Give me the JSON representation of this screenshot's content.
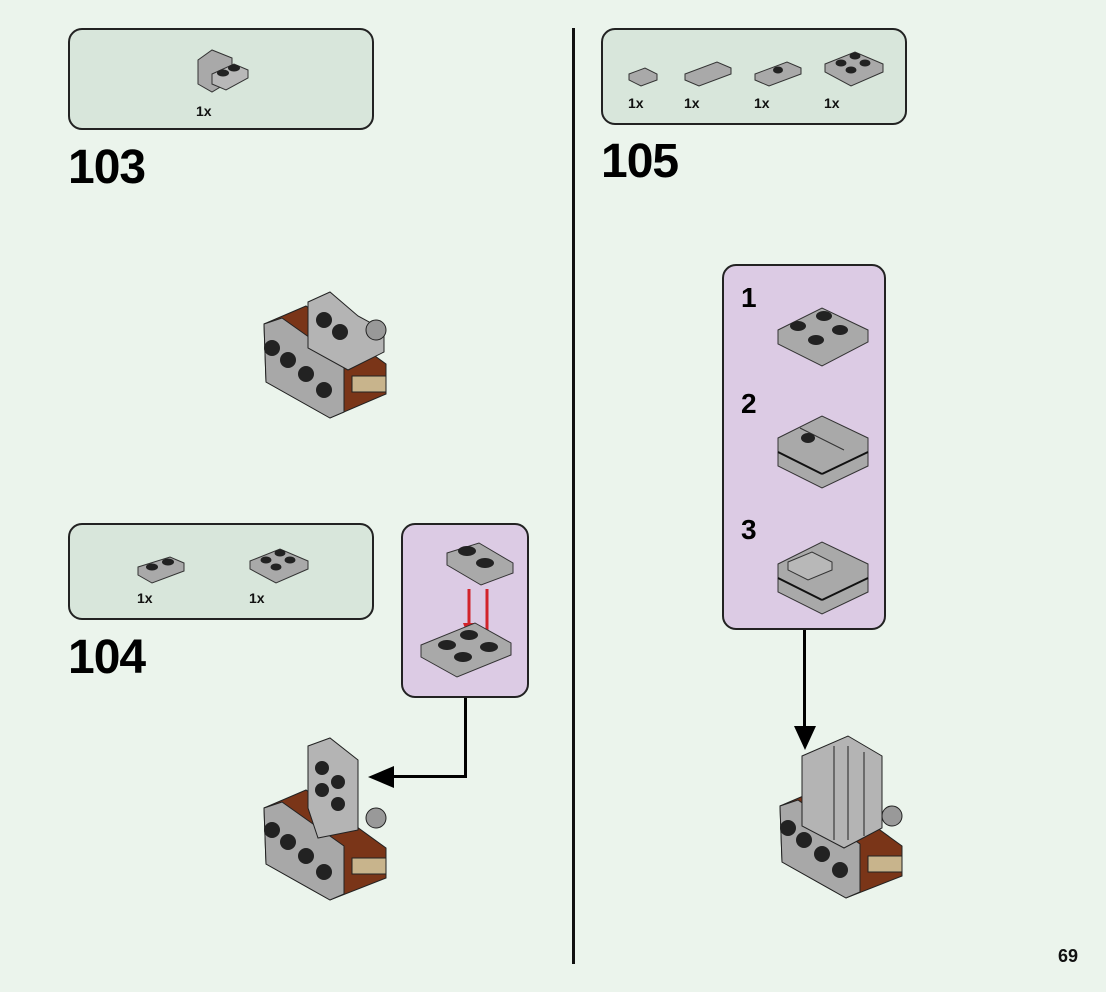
{
  "page_number": "69",
  "steps": [
    {
      "number": "103",
      "parts": [
        {
          "name": "bracket-1x2-2x2",
          "qty": "1x"
        }
      ]
    },
    {
      "number": "104",
      "parts": [
        {
          "name": "plate-1x2",
          "qty": "1x"
        },
        {
          "name": "plate-2x2",
          "qty": "1x"
        }
      ]
    },
    {
      "number": "105",
      "parts": [
        {
          "name": "tile-1x1",
          "qty": "1x"
        },
        {
          "name": "tile-1x2",
          "qty": "1x"
        },
        {
          "name": "jumper-plate-1x2",
          "qty": "1x"
        },
        {
          "name": "plate-2x2",
          "qty": "1x"
        }
      ],
      "substeps": [
        {
          "number": "1"
        },
        {
          "number": "2"
        },
        {
          "number": "3"
        }
      ]
    }
  ],
  "colors": {
    "background": "#ebf4ec",
    "parts_box": "#d8e6db",
    "subassembly_box": "#dccbe4",
    "arrow_red": "#d2232a",
    "brick_grey": "#a8a8a8",
    "brick_brown": "#7a3518",
    "brick_tan": "#c8b48c"
  }
}
